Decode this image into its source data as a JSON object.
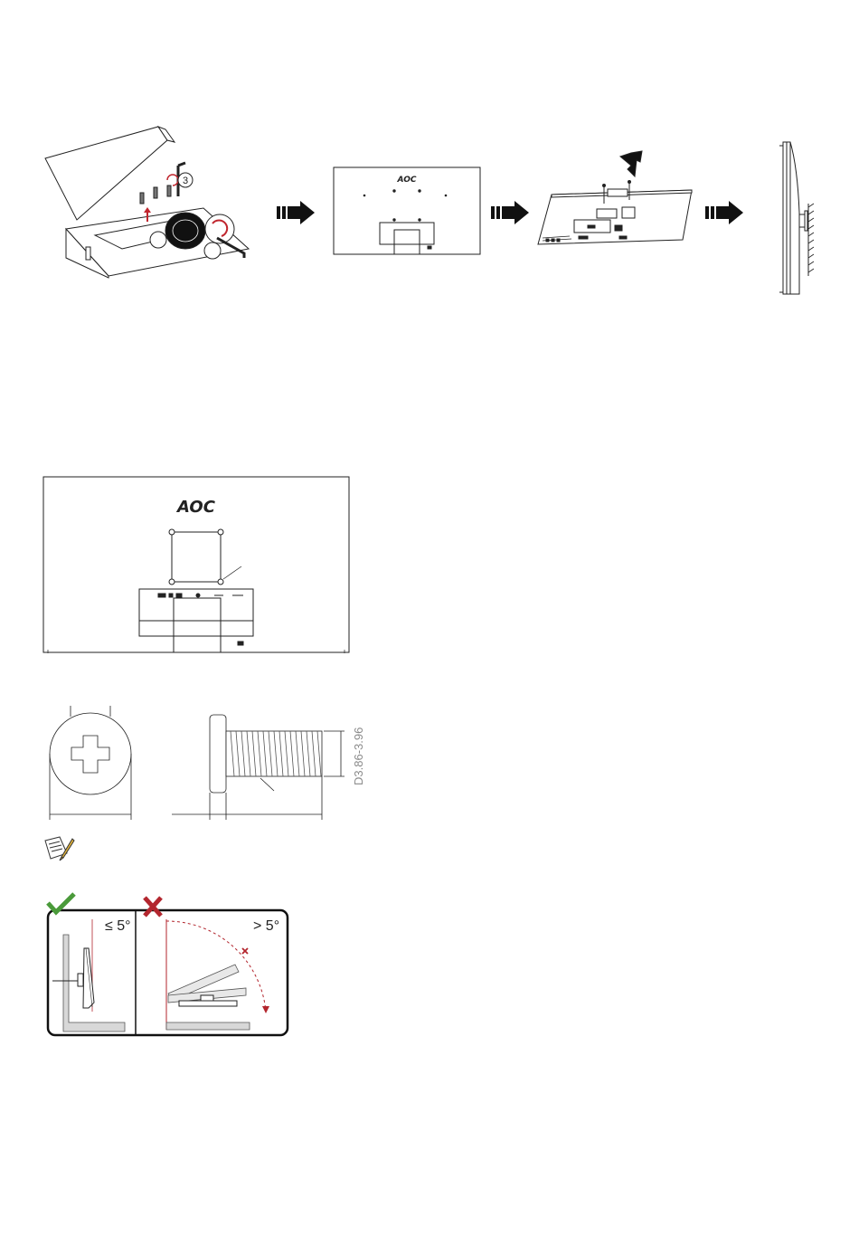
{
  "step_one": {
    "callout_number": "3"
  },
  "logos": {
    "monitor_small": "AOC",
    "monitor_large": "AOC"
  },
  "screw_spec": {
    "diameter_label": "D3.86-3.96"
  },
  "tilt_guide": {
    "ok_label": "≤ 5°",
    "bad_label": "> 5°",
    "ok_color": "#4a9a3a",
    "bad_color": "#b3262e"
  },
  "icons": [
    "step-arrow-icon",
    "check-icon",
    "cross-icon",
    "note-pencil-icon"
  ]
}
